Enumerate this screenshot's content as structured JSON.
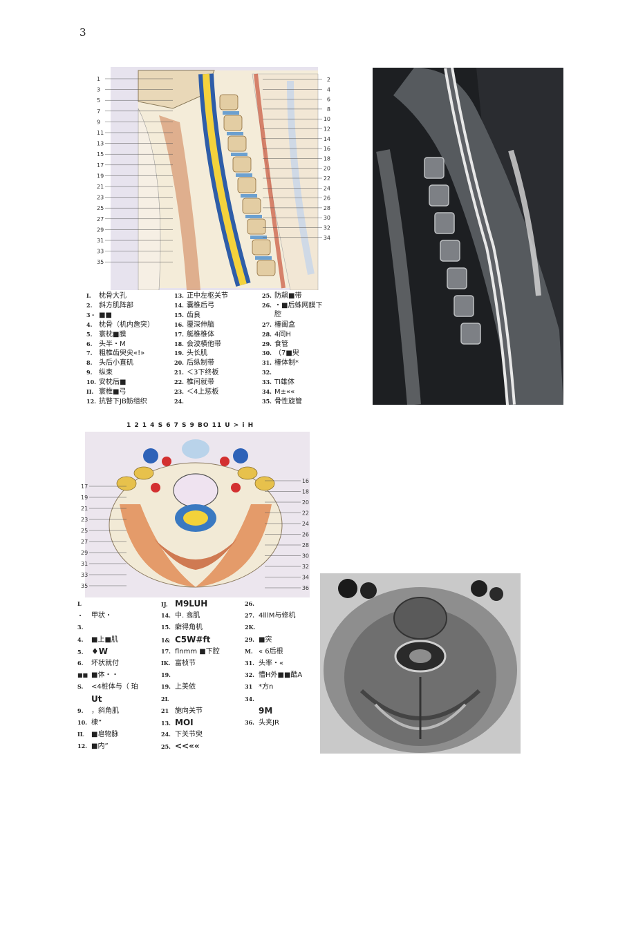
{
  "page": {
    "number": "3"
  },
  "sagittal": {
    "left_numbers": [
      "1",
      "3",
      "5",
      "7",
      "9",
      "11",
      "13",
      "15",
      "17",
      "19",
      "21",
      "23",
      "25",
      "27",
      "29",
      "31",
      "33",
      "35"
    ],
    "right_numbers": [
      "2",
      "4",
      "6",
      "8",
      "10",
      "12",
      "14",
      "16",
      "18",
      "20",
      "22",
      "24",
      "26",
      "28",
      "30",
      "32",
      "34"
    ],
    "legend": [
      {
        "n": "I.",
        "t": "枕骨大孔"
      },
      {
        "n": "2.",
        "t": "斜方肌阵部"
      },
      {
        "n": "3・",
        "t": "■■"
      },
      {
        "n": "4.",
        "t": "枕骨（机内詹突）"
      },
      {
        "n": "5.",
        "t": "寰枕■膜"
      },
      {
        "n": "6.",
        "t": "头半・M"
      },
      {
        "n": "7.",
        "t": "粗椎齿臾尖«!»"
      },
      {
        "n": "8.",
        "t": "头后小直矶"
      },
      {
        "n": "9.",
        "t": "纵束"
      },
      {
        "n": "10.",
        "t": "安枕后■"
      },
      {
        "n": "II.",
        "t": "寰椎■弓"
      },
      {
        "n": "12.",
        "t": "抗瞥下JB鲂组织"
      },
      {
        "n": "13.",
        "t": "正中左枢关节"
      },
      {
        "n": "14.",
        "t": "囊椎后弓"
      },
      {
        "n": "15.",
        "t": "齿良"
      },
      {
        "n": "16.",
        "t": "覆深伸脑"
      },
      {
        "n": "17.",
        "t": "艇椎椎体"
      },
      {
        "n": "18.",
        "t": "会波横他带"
      },
      {
        "n": "19.",
        "t": "头长肌"
      },
      {
        "n": "20.",
        "t": "后纵制带"
      },
      {
        "n": "21.",
        "t": "＜3下终板"
      },
      {
        "n": "22.",
        "t": "椎间就带"
      },
      {
        "n": "23.",
        "t": "＜4上惩板"
      },
      {
        "n": "24.",
        "t": ""
      },
      {
        "n": "25.",
        "t": "防飙■带"
      },
      {
        "n": "26.",
        "t": "・■后蛛网膜下"
      },
      {
        "n": "",
        "t": "腔"
      },
      {
        "n": "27.",
        "t": "椿阖盒"
      },
      {
        "n": "28.",
        "t": "4间H"
      },
      {
        "n": "29.",
        "t": "食管"
      },
      {
        "n": "30.",
        "t": "（7■臾"
      },
      {
        "n": "31.",
        "t": "椿体制*"
      },
      {
        "n": "32.",
        "t": ""
      },
      {
        "n": "33.",
        "t": "TI雄体"
      },
      {
        "n": "34.",
        "t": "M±««"
      },
      {
        "n": "35.",
        "t": "骨性旋管"
      }
    ]
  },
  "axial": {
    "top_numbers": "1   2      1 4 S 6 7 S 9 BO 11 U > i H",
    "left_numbers": [
      "17",
      "19",
      "21",
      "23",
      "25",
      "27",
      "29",
      "31",
      "33",
      "35"
    ],
    "right_numbers": [
      "16",
      "18",
      "20",
      "22",
      "24",
      "26",
      "28",
      "30",
      "32",
      "34",
      "36"
    ],
    "legend": [
      {
        "n": "L",
        "t": ""
      },
      {
        "n": "・",
        "t": "甲状・"
      },
      {
        "n": "3.",
        "t": ""
      },
      {
        "n": "4.",
        "t": "■上■肌"
      },
      {
        "n": "5.",
        "t": "♦W"
      },
      {
        "n": "6.",
        "t": "坏状就付"
      },
      {
        "n": "■■",
        "t": "■体・・"
      },
      {
        "n": "S.",
        "t": "<4桩体与（ 珀"
      },
      {
        "n": "",
        "t": "Ut"
      },
      {
        "n": "9.",
        "t": "，斜角肌"
      },
      {
        "n": "10.",
        "t": "棣”"
      },
      {
        "n": "IL",
        "t": "■皂物脉"
      },
      {
        "n": "12.",
        "t": "■内”"
      },
      {
        "n": "IJ.",
        "t": "M9LUH"
      },
      {
        "n": "14.",
        "t": "中. 翕肌"
      },
      {
        "n": "15.",
        "t": "癖得角机"
      },
      {
        "n": "1&",
        "t": "C5W#ft"
      },
      {
        "n": "17.",
        "t": "flnmm ■下腔"
      },
      {
        "n": "IK.",
        "t": "富桢节"
      },
      {
        "n": "19.",
        "t": ""
      },
      {
        "n": "19.",
        "t": "上美侬"
      },
      {
        "n": "2L",
        "t": ""
      },
      {
        "n": "21",
        "t": "施向关节"
      },
      {
        "n": "13.",
        "t": "MOI"
      },
      {
        "n": "24.",
        "t": "下关节臾"
      },
      {
        "n": "25.",
        "t": "<<««"
      },
      {
        "n": "26.",
        "t": ""
      },
      {
        "n": "27.",
        "t": "4lllM与修机"
      },
      {
        "n": "2K.",
        "t": ""
      },
      {
        "n": "29.",
        "t": "■突"
      },
      {
        "n": "M.",
        "t": "« 6后根"
      },
      {
        "n": "31.",
        "t": "头率・«"
      },
      {
        "n": "32.",
        "t": "懵H外■■酷A"
      },
      {
        "n": "31",
        "t": "*方n"
      },
      {
        "n": "34.",
        "t": ""
      },
      {
        "n": "",
        "t": "9M"
      },
      {
        "n": "36.",
        "t": "头夹JR"
      }
    ]
  }
}
